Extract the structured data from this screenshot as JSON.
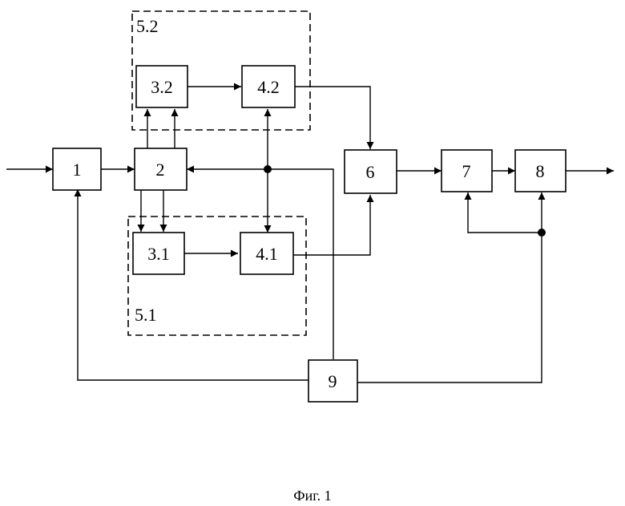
{
  "blocks": {
    "b1": "1",
    "b2": "2",
    "b3_1": "3.1",
    "b3_2": "3.2",
    "b4_1": "4.1",
    "b4_2": "4.2",
    "b6": "6",
    "b7": "7",
    "b8": "8",
    "b9": "9"
  },
  "groups": {
    "g5_1": "5.1",
    "g5_2": "5.2"
  },
  "caption": "Фиг. 1"
}
